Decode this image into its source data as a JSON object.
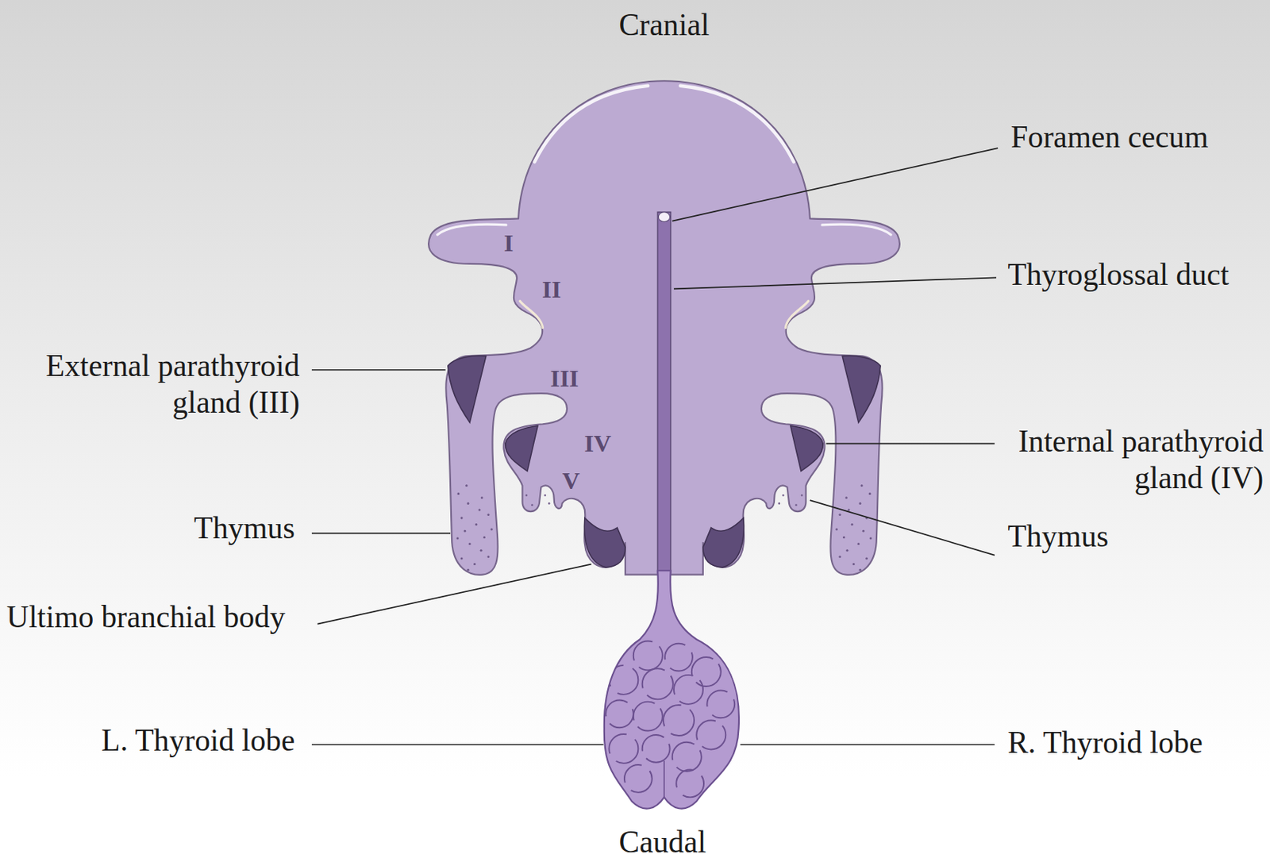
{
  "diagram": {
    "labels": [
      "Cranial",
      "Foramen cecum",
      "I",
      "II",
      "Thyroglossal duct",
      "External parathyroid gland (III)",
      "III",
      "Internal parathyroid gland (IV)",
      "IV",
      "V",
      "Thymus",
      "Thymus",
      "Ultimo branchial body",
      "L. Thyroid lobe",
      "R. Thyroid lobe",
      "Caudal"
    ]
  }
}
